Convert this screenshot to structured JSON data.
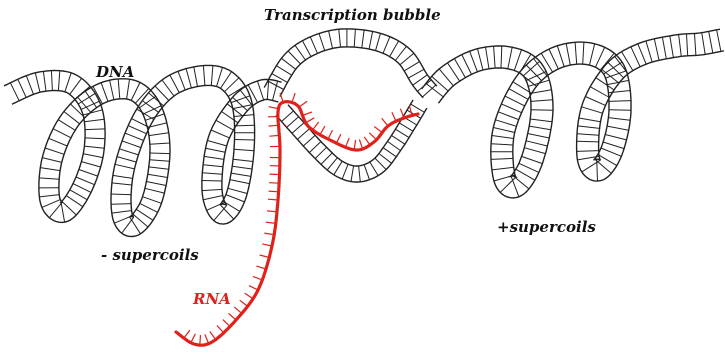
{
  "labels": {
    "transcription_bubble": "Transcription bubble",
    "dna": "DNA",
    "neg_supercoils": "- supercoils",
    "pos_supercoils": "+supercoils",
    "rna": "RNA"
  },
  "colors": {
    "dna": "#222222",
    "rna": "#e0211b",
    "text": "#111111"
  }
}
